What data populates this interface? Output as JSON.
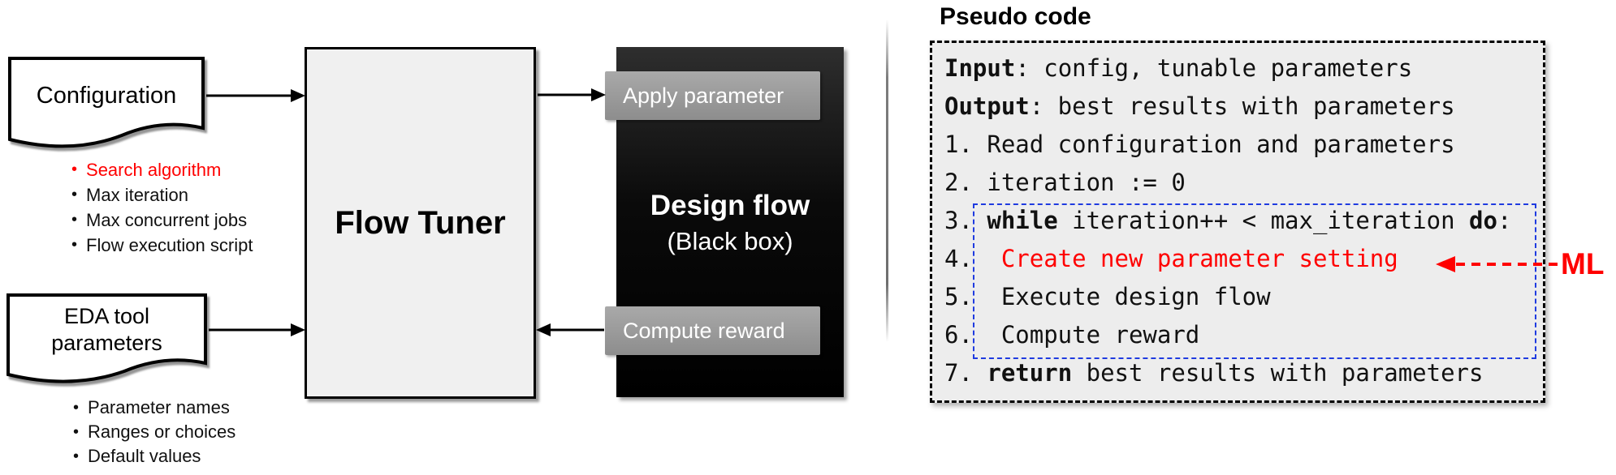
{
  "left_diagram": {
    "config_doc": {
      "label": "Configuration"
    },
    "config_bullets": [
      {
        "text": "Search algorithm",
        "red": true
      },
      {
        "text": "Max iteration"
      },
      {
        "text": "Max concurrent jobs"
      },
      {
        "text": "Flow execution script"
      }
    ],
    "eda_doc": {
      "label_line1": "EDA tool",
      "label_line2": "parameters"
    },
    "eda_bullets": [
      {
        "text": "Parameter names"
      },
      {
        "text": "Ranges or choices"
      },
      {
        "text": "Default values"
      }
    ],
    "flow_tuner": {
      "label": "Flow Tuner"
    },
    "design_flow": {
      "title": "Design flow",
      "subtitle": "(Black box)"
    },
    "apply_button": {
      "label": "Apply parameter"
    },
    "compute_button": {
      "label": "Compute reward"
    }
  },
  "pseudo": {
    "title": "Pseudo code",
    "ml_label": "ML",
    "lines": [
      {
        "segments": [
          {
            "t": "Input",
            "b": true
          },
          {
            "t": ": config, tunable parameters"
          }
        ]
      },
      {
        "segments": [
          {
            "t": "Output",
            "b": true
          },
          {
            "t": ": best results with parameters"
          }
        ]
      },
      {
        "segments": [
          {
            "t": "1. Read configuration and parameters"
          }
        ]
      },
      {
        "segments": [
          {
            "t": "2. iteration := 0"
          }
        ]
      },
      {
        "segments": [
          {
            "t": "3. "
          },
          {
            "t": "while",
            "b": true
          },
          {
            "t": " iteration++ < max_iteration "
          },
          {
            "t": "do",
            "b": true
          },
          {
            "t": ":"
          }
        ]
      },
      {
        "segments": [
          {
            "t": "4.  "
          },
          {
            "t": "Create new parameter setting",
            "red": true
          }
        ]
      },
      {
        "segments": [
          {
            "t": "5.  Execute design flow"
          }
        ]
      },
      {
        "segments": [
          {
            "t": "6.  Compute reward"
          }
        ]
      },
      {
        "segments": [
          {
            "t": "7. "
          },
          {
            "t": "return",
            "b": true
          },
          {
            "t": " best results with parameters"
          }
        ]
      }
    ]
  },
  "colors": {
    "accent_red": "#ff0000",
    "loop_box_blue": "#1f3be0",
    "button_gray": "#9a9a9a",
    "pseudo_bg": "#ededed"
  }
}
